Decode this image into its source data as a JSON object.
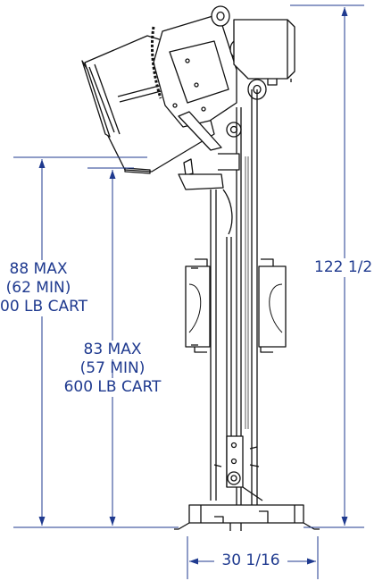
{
  "dimensions": {
    "left_height": {
      "line1": "88 MAX",
      "line2": "(62 MIN)",
      "line3": "00 LB CART"
    },
    "inner_height": {
      "line1": "83 MAX",
      "line2": "(57 MIN)",
      "line3": "600 LB CART"
    },
    "overall_height": {
      "value": "122 1/2"
    },
    "base_width": {
      "value": "30 1/16"
    }
  },
  "colors": {
    "dimension": "#1f3a8f",
    "drawing": "#111111"
  }
}
